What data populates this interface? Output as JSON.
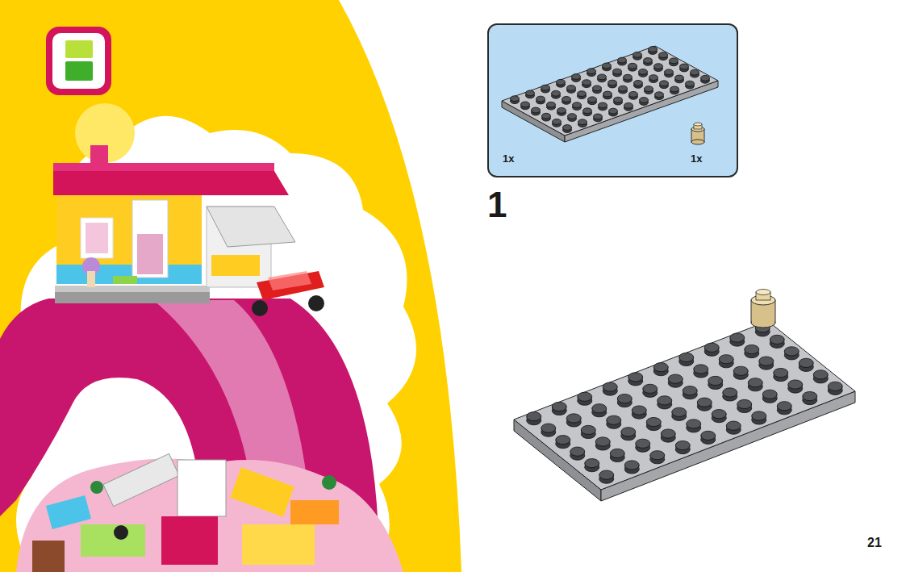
{
  "diagram": {
    "nodes": [
      {
        "text": [
          "1x",
          "1x"
        ]
      }
    ],
    "labels": [
      "1",
      "21"
    ]
  }
}
